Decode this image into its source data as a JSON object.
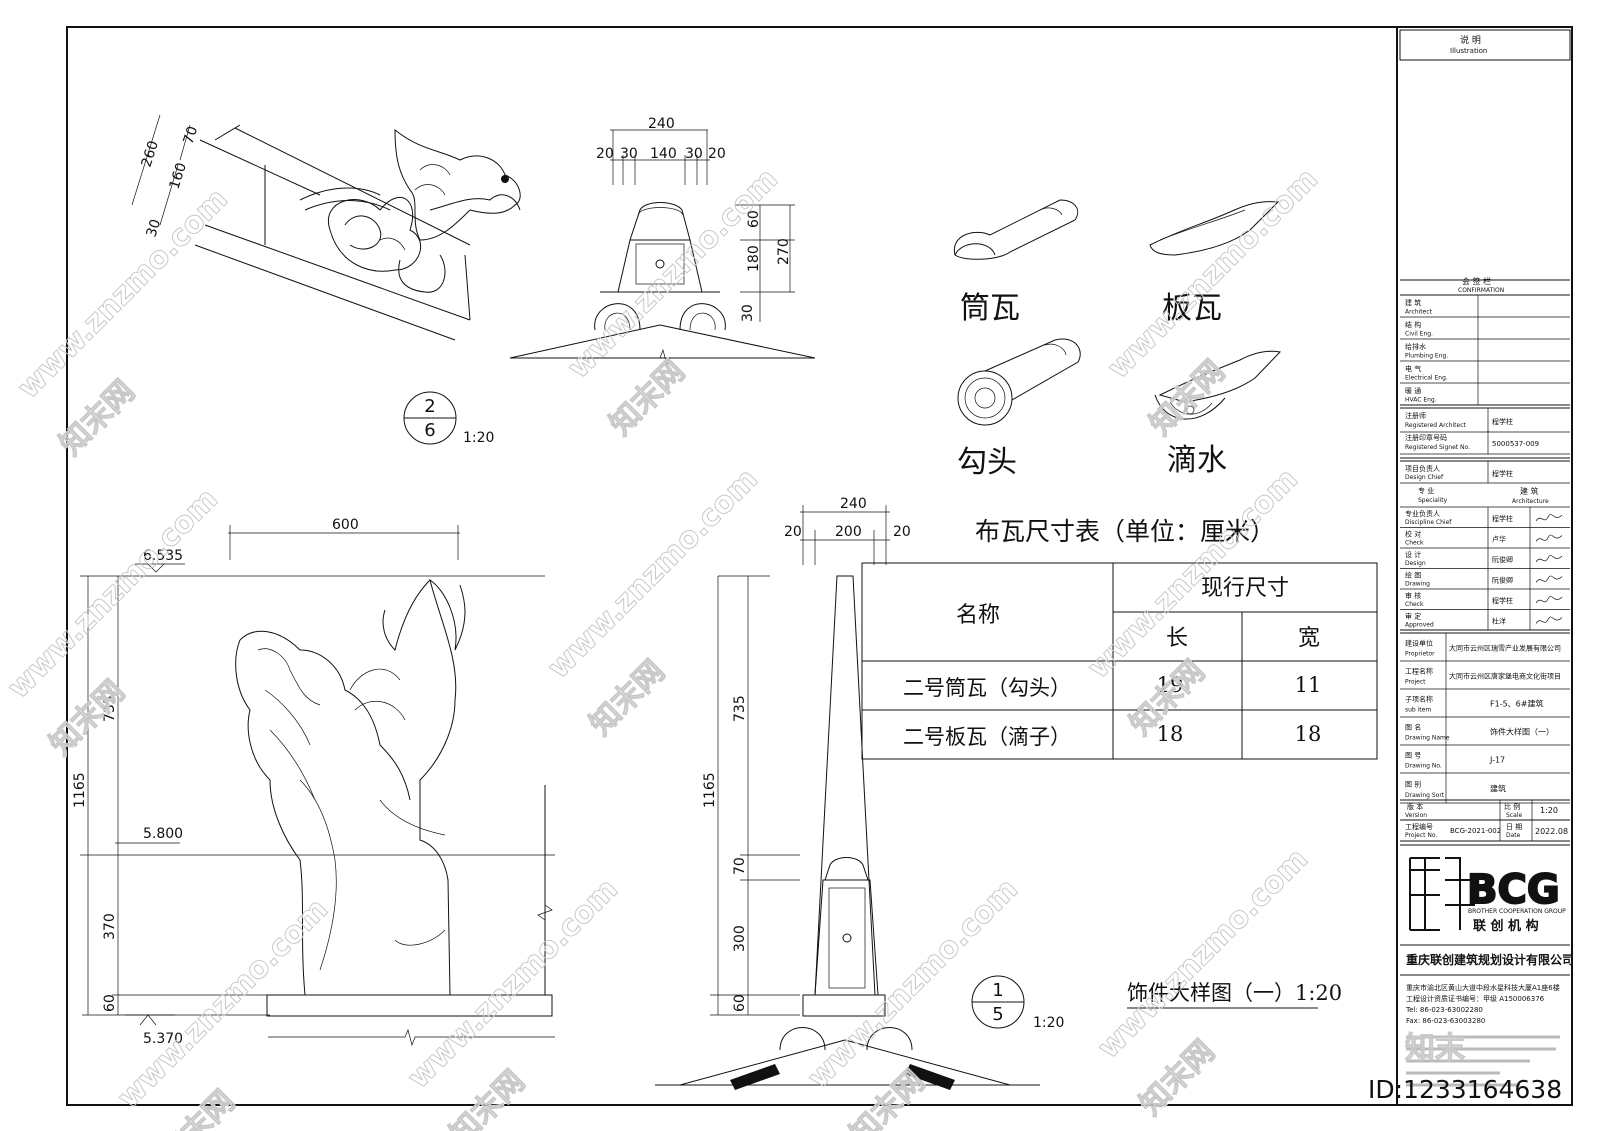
{
  "detail_top": {
    "dims_dragon": [
      "260",
      "70",
      "160",
      "30"
    ],
    "dims_top": {
      "total": "240",
      "parts": [
        "20",
        "30",
        "140",
        "30",
        "20"
      ]
    },
    "dims_right": [
      "60",
      "180",
      "270",
      "30"
    ],
    "callout": {
      "num": "2",
      "sheet": "6",
      "scale": "1:20"
    }
  },
  "detail_bottom_left": {
    "width": "600",
    "levels": [
      "6.535",
      "5.800",
      "5.370"
    ],
    "dims_left": [
      "1165",
      "735",
      "370",
      "60"
    ]
  },
  "detail_bottom_right": {
    "dims_top": {
      "total": "240",
      "parts": [
        "20",
        "200",
        "20"
      ]
    },
    "dims_left": [
      "1165",
      "735",
      "70",
      "300",
      "60"
    ],
    "callout": {
      "num": "1",
      "sheet": "5",
      "scale": "1:20"
    },
    "drawing_title": "饰件大样图（一）1:20"
  },
  "tiles": {
    "tong": "筒瓦",
    "ban": "板瓦",
    "gou": "勾头",
    "di": "滴水"
  },
  "table": {
    "title": "布瓦尺寸表（单位：厘米）",
    "col_name": "名称",
    "col_group": "现行尺寸",
    "col_len": "长",
    "col_wid": "宽",
    "rows": [
      {
        "name": "二号筒瓦（勾头）",
        "len": "19",
        "wid": "11"
      },
      {
        "name": "二号板瓦（滴子）",
        "len": "18",
        "wid": "18"
      }
    ]
  },
  "titleblock": {
    "note_cn": "说 明",
    "note_en": "Illustration",
    "confirm_cn": "会 签 栏",
    "confirm_en": "CONFIRMATION",
    "confirm_rows": [
      {
        "cn": "建 筑",
        "en": "Architect"
      },
      {
        "cn": "结 构",
        "en": "Civil Eng."
      },
      {
        "cn": "给排水",
        "en": "Plumbing Eng."
      },
      {
        "cn": "电 气",
        "en": "Electrical Eng."
      },
      {
        "cn": "暖 通",
        "en": "HVAC Eng."
      }
    ],
    "reg_arch": {
      "cn": "注册师",
      "en": "Registered Architect",
      "val": "程学柱"
    },
    "reg_seal": {
      "cn": "注册印章号码",
      "en": "Registered Signet No.",
      "val": "5000537-009"
    },
    "design_chief": {
      "cn": "项目负责人",
      "en": "Design Chief",
      "val": "程学柱"
    },
    "speciality": {
      "cn": "专 业",
      "en": "Speciality",
      "val_cn": "建 筑",
      "val_en": "Architecture"
    },
    "people": [
      {
        "cn": "专业负责人",
        "en": "Discipline Chief",
        "val": "程学柱"
      },
      {
        "cn": "校 对",
        "en": "Check",
        "val": "卢华"
      },
      {
        "cn": "设 计",
        "en": "Design",
        "val": "阮俊卿"
      },
      {
        "cn": "绘 图",
        "en": "Drawing",
        "val": "阮俊卿"
      },
      {
        "cn": "审 核",
        "en": "Check",
        "val": "程学柱"
      },
      {
        "cn": "审 定",
        "en": "Approved",
        "val": "杜洋"
      }
    ],
    "info": [
      {
        "cn": "建设单位",
        "en": "Proprietor",
        "val": "大同市云州区瑞雪产业发展有限公司"
      },
      {
        "cn": "工程名称",
        "en": "Project",
        "val": "大同市云州区唐家堡电商文化街项目"
      },
      {
        "cn": "子项名称",
        "en": "sub item",
        "val": "F1-5、6#建筑"
      },
      {
        "cn": "图 名",
        "en": "Drawing Name",
        "val": "饰件大样图（一）"
      },
      {
        "cn": "图 号",
        "en": "Drawing No.",
        "val": "J-17"
      },
      {
        "cn": "图 别",
        "en": "Drawing Sort",
        "val": "建筑"
      }
    ],
    "version": {
      "cn": "版 本",
      "en": "Version",
      "scale_cn": "比 例",
      "scale_en": "Scale",
      "scale": "1:20"
    },
    "projno": {
      "cn": "工程编号",
      "en": "Project No.",
      "val": "BCG-2021-002",
      "date_cn": "日 期",
      "date_en": "Date",
      "date": "2022.08"
    },
    "logo_text": "BCG",
    "logo_en": "BROTHER COOPERATION GROUP",
    "logo_cn": "联 创 机 构",
    "company": "重庆联创建筑规划设计有限公司",
    "address": "重庆市渝北区黄山大道中段水星科技大厦A1座6楼",
    "cert": "工程设计资质证书编号：甲级 A150006376",
    "tel": "Tel: 86-023-63002280",
    "fax": "Fax: 86-023-63003280"
  },
  "watermark": "www.znzmo.com",
  "watermark_cn": "知末网",
  "id_tag": "ID:1233164638",
  "brand": "知末"
}
